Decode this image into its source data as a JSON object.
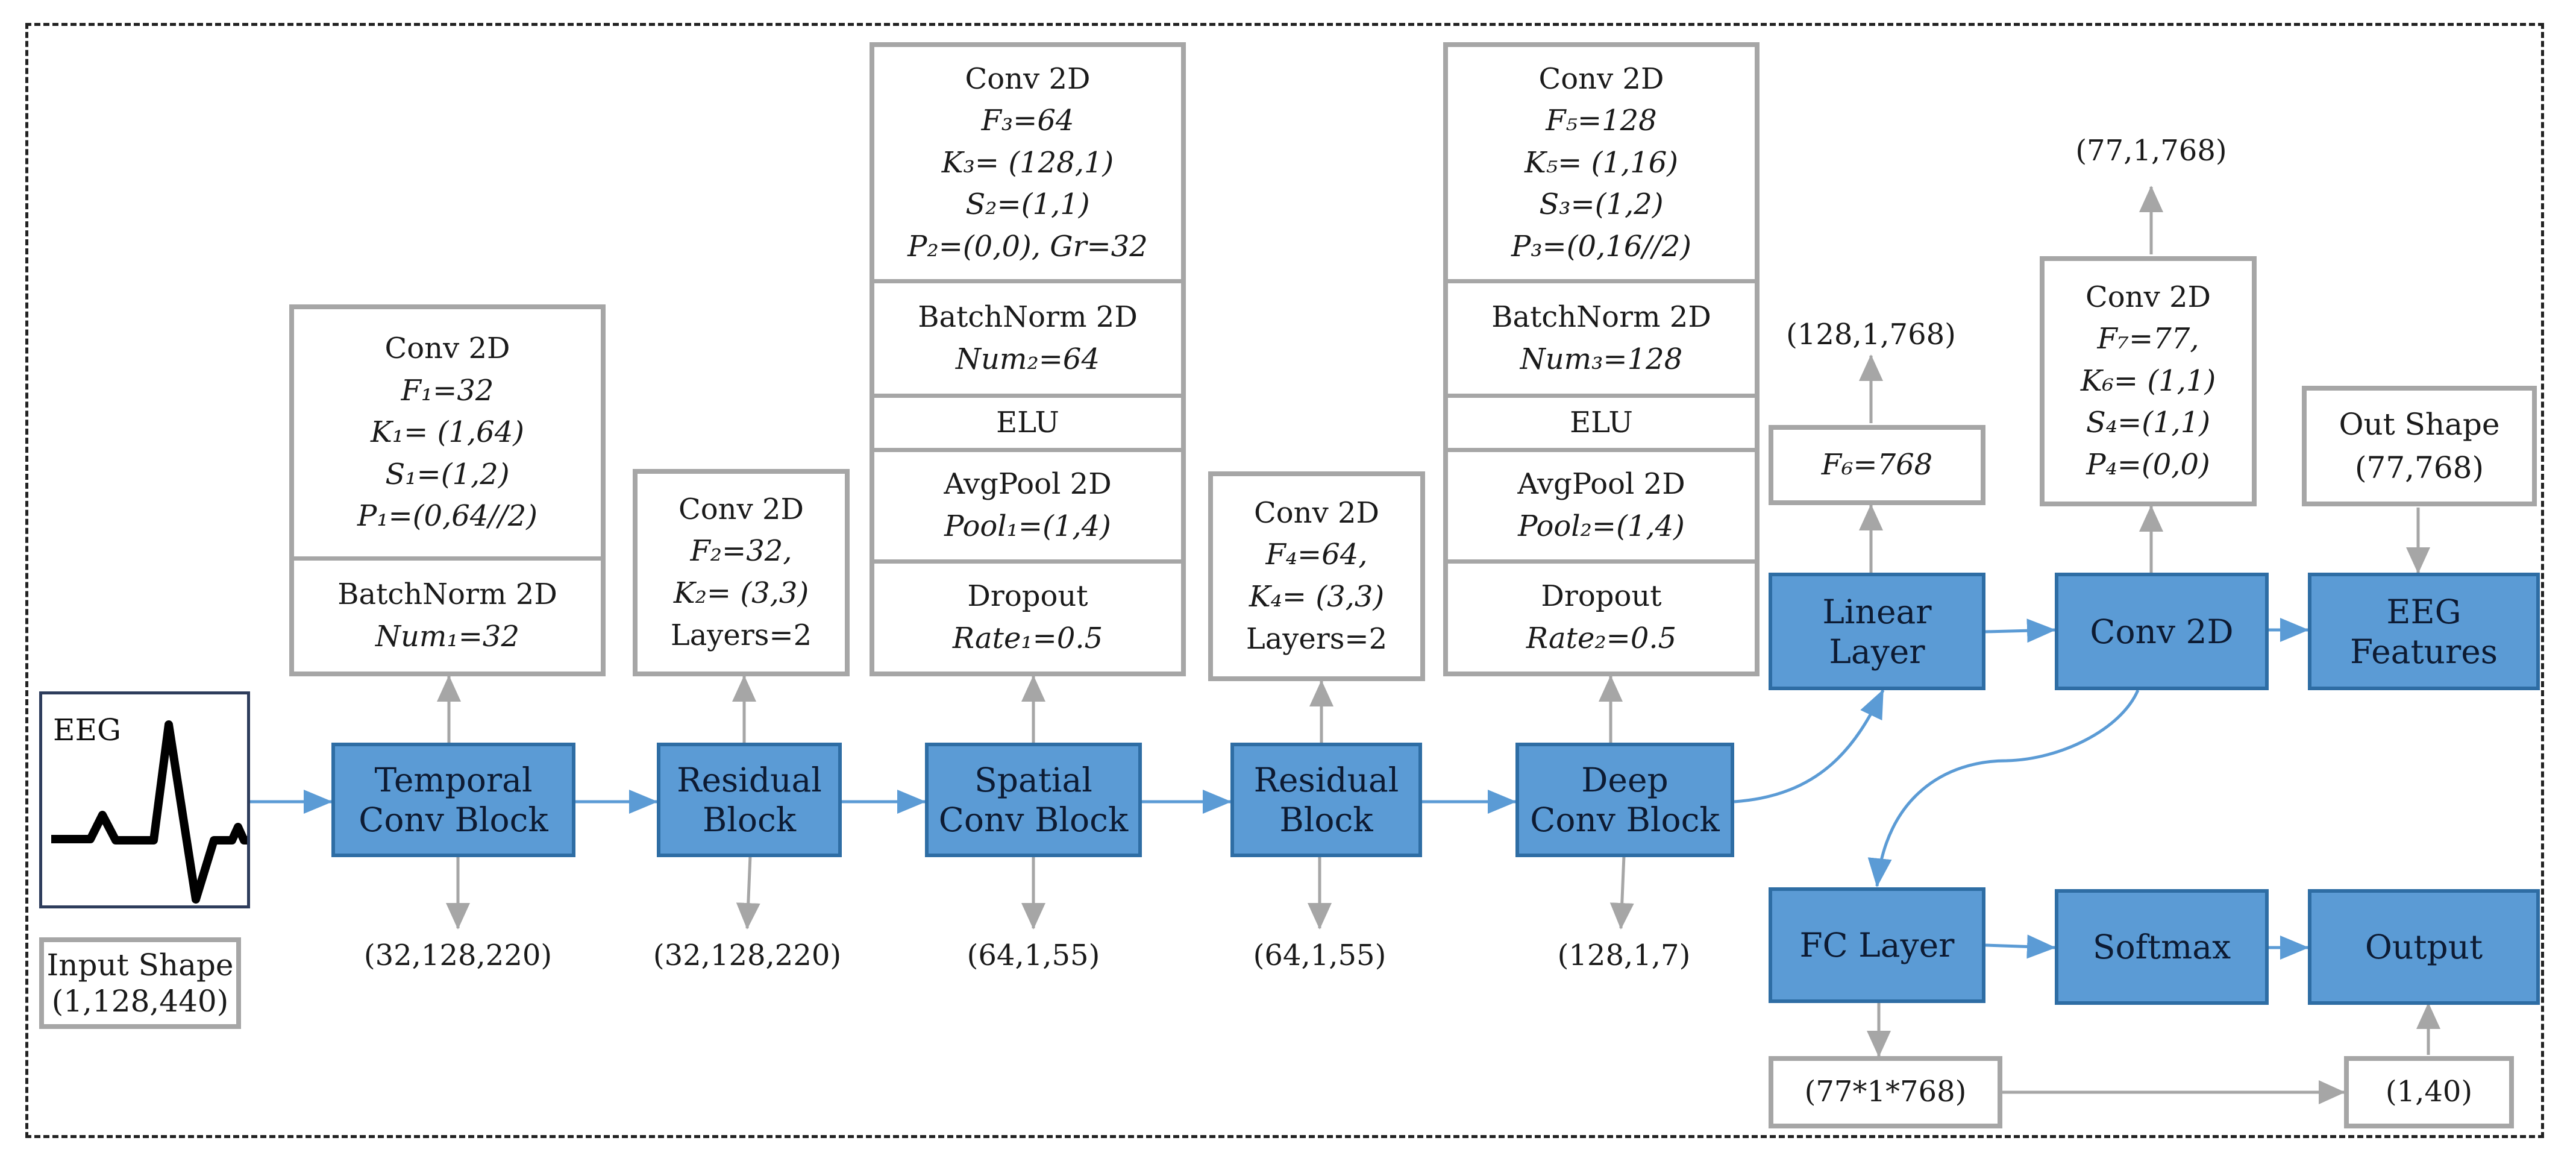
{
  "input": {
    "eeg_label": "EEG",
    "shape_title": "Input Shape",
    "shape_value": "(1,128,440)"
  },
  "blocks": {
    "temporal": [
      "Temporal",
      "Conv Block"
    ],
    "residual1": [
      "Residual",
      "Block"
    ],
    "spatial": [
      "Spatial",
      "Conv Block"
    ],
    "residual2": [
      "Residual",
      "Block"
    ],
    "deep": [
      "Deep",
      "Conv Block"
    ],
    "linear": "Linear Layer",
    "conv2d": "Conv 2D",
    "eeg_features": "EEG Features",
    "fc": "FC Layer",
    "softmax": "Softmax",
    "output": "Output"
  },
  "params": {
    "temporal": [
      [
        "Conv 2D",
        "F₁=32",
        "K₁= (1,64)",
        "S₁=(1,2)",
        "P₁=(0,64//2)"
      ],
      [
        "BatchNorm 2D",
        "Num₁=32"
      ]
    ],
    "residual1": [
      [
        "Conv 2D",
        "F₂=32,",
        "K₂= (3,3)",
        "Layers=2"
      ]
    ],
    "spatial": [
      [
        "Conv 2D",
        "F₃=64",
        "K₃= (128,1)",
        "S₂=(1,1)",
        "P₂=(0,0), Gr=32"
      ],
      [
        "BatchNorm 2D",
        "Num₂=64"
      ],
      [
        "ELU"
      ],
      [
        "AvgPool 2D",
        "Pool₁=(1,4)"
      ],
      [
        "Dropout",
        "Rate₁=0.5"
      ]
    ],
    "residual2": [
      [
        "Conv 2D",
        "F₄=64,",
        "K₄= (3,3)",
        "Layers=2"
      ]
    ],
    "deep": [
      [
        "Conv 2D",
        "F₅=128",
        "K₅= (1,16)",
        "S₃=(1,2)",
        "P₃=(0,16//2)"
      ],
      [
        "BatchNorm 2D",
        "Num₃=128"
      ],
      [
        "ELU"
      ],
      [
        "AvgPool 2D",
        "Pool₂=(1,4)"
      ],
      [
        "Dropout",
        "Rate₂=0.5"
      ]
    ],
    "linear": "F₆=768",
    "conv2d": [
      "Conv 2D",
      "F₇=77,",
      "K₆= (1,1)",
      "S₄=(1,1)",
      "P₄=(0,0)"
    ],
    "out_shape": [
      "Out Shape",
      "(77,768)"
    ]
  },
  "shapes": {
    "temporal": "(32,128,220)",
    "residual1": "(32,128,220)",
    "spatial": "(64,1,55)",
    "residual2": "(64,1,55)",
    "deep": "(128,1,7)",
    "linear": "(128,1,768)",
    "conv2d": "(77,1,768)",
    "fc": "(77*1*768)",
    "softmax_out": "(1,40)"
  },
  "colors": {
    "block_fill": "#5b9bd5",
    "block_border": "#2e6da4",
    "box_border": "#a6a6a6",
    "arrow_blue": "#5b9bd5",
    "arrow_gray": "#a6a6a6"
  }
}
